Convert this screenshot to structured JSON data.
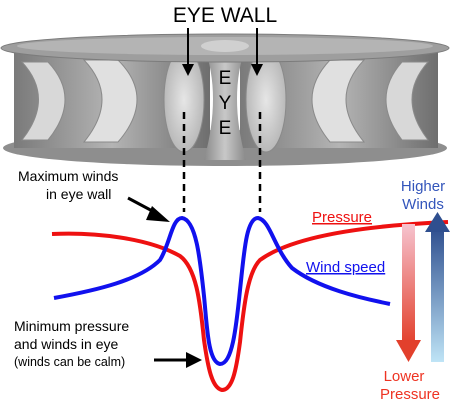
{
  "title": "EYE WALL",
  "eye_letters": [
    "E",
    "Y",
    "E"
  ],
  "annotations": {
    "max_winds_line1": "Maximum winds",
    "max_winds_line2": "in eye wall",
    "min_pressure_line1": "Minimum pressure",
    "min_pressure_line2": "and winds in eye",
    "min_pressure_line3": "(winds can be calm)"
  },
  "legend": {
    "pressure": "Pressure",
    "wind_speed": "Wind speed"
  },
  "scale": {
    "higher_line1": "Higher",
    "higher_line2": "Winds",
    "lower_line1": "Lower",
    "lower_line2": "Pressure"
  },
  "colors": {
    "pressure": "#ee1111",
    "wind": "#1111ee",
    "higher_text": "#3355bb",
    "lower_text": "#ee3322"
  },
  "icons": {
    "down_arrow": "down-arrow-icon",
    "up_arrow": "up-arrow-icon",
    "pointer": "pointer-arrow-icon"
  }
}
